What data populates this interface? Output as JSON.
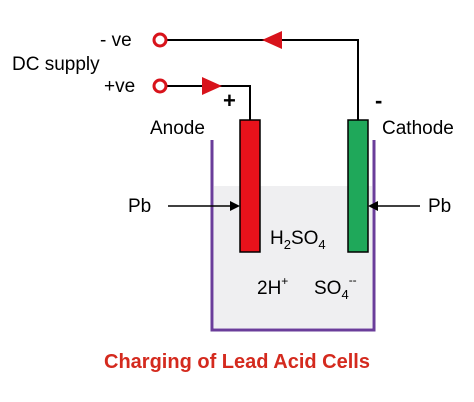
{
  "supply": {
    "title": "DC supply",
    "neg_label": "- ve",
    "pos_label": "+ve"
  },
  "electrodes": {
    "anode_label": "Anode",
    "cathode_label": "Cathode",
    "anode_sign": "+",
    "cathode_sign": "-",
    "left_material": "Pb",
    "right_material": "Pb"
  },
  "electrolyte": {
    "acid_main": "H",
    "acid_sub1": "2",
    "acid_mid": "SO",
    "acid_sub2": "4",
    "hydrogen_coef": "2H",
    "hydrogen_charge": "+",
    "sulfate": "SO",
    "sulfate_sub": "4",
    "sulfate_charge": "--"
  },
  "caption": "Charging of Lead Acid Cells",
  "colors": {
    "anode": "#e8121b",
    "cathode": "#1fa85a",
    "container": "#6a3d9a",
    "electrolyte": "#efeff1",
    "arrow": "#d8131b",
    "terminal": "#d8131b",
    "caption": "#d42a1e"
  }
}
